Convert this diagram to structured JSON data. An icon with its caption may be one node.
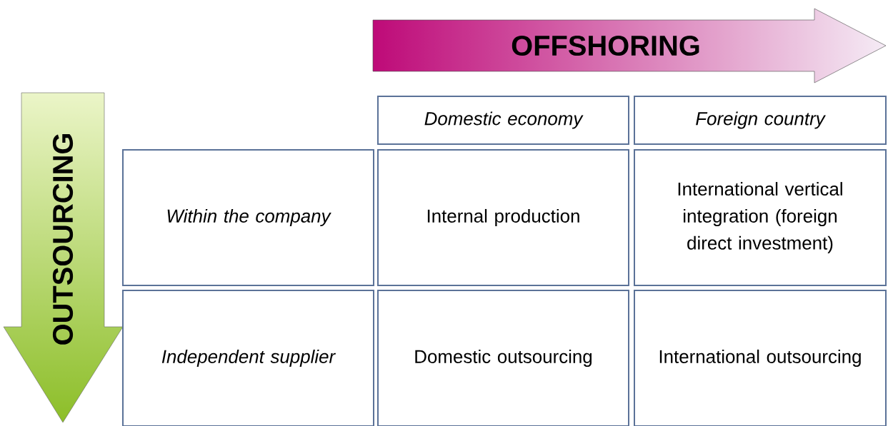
{
  "diagram": {
    "nodes": [
      {
        "text": [
          "OFFSHORING"
        ]
      },
      {
        "text": [
          "OUTSOURCING"
        ]
      },
      {
        "text": [
          "Domestic economy"
        ]
      },
      {
        "text": [
          "Foreign country"
        ]
      },
      {
        "text": [
          "Within the company"
        ]
      },
      {
        "text": [
          "Internal production"
        ]
      },
      {
        "text": [
          "International vertical integration (foreign direct investment)"
        ]
      },
      {
        "text": [
          "Independent supplier"
        ]
      },
      {
        "text": [
          "Domestic outsourcing"
        ]
      },
      {
        "text": [
          "International outsourcing"
        ]
      }
    ]
  }
}
